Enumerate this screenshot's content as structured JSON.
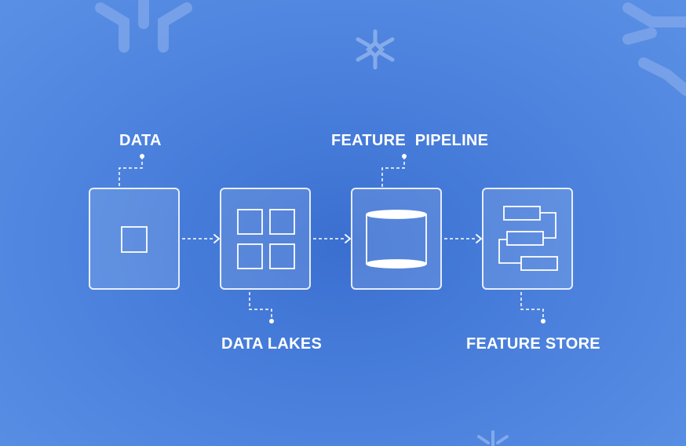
{
  "diagram": {
    "nodes": [
      {
        "id": "data",
        "label": "DATA",
        "icon": "square-icon"
      },
      {
        "id": "data-lakes",
        "label": "DATA LAKES",
        "icon": "grid-icon"
      },
      {
        "id": "feature-pipeline",
        "label": "FEATURE  PIPELINE",
        "icon": "cylinder-icon"
      },
      {
        "id": "feature-store",
        "label": "FEATURE STORE",
        "icon": "flow-blocks-icon"
      }
    ],
    "edges": [
      {
        "from": "data",
        "to": "data-lakes"
      },
      {
        "from": "data-lakes",
        "to": "feature-pipeline"
      },
      {
        "from": "feature-pipeline",
        "to": "feature-store"
      }
    ]
  },
  "colors": {
    "background": "#4a80dc",
    "stroke": "#ffffff",
    "decoration": "#7fa6ea"
  },
  "decorations": [
    "snowflake-logo-icon"
  ]
}
